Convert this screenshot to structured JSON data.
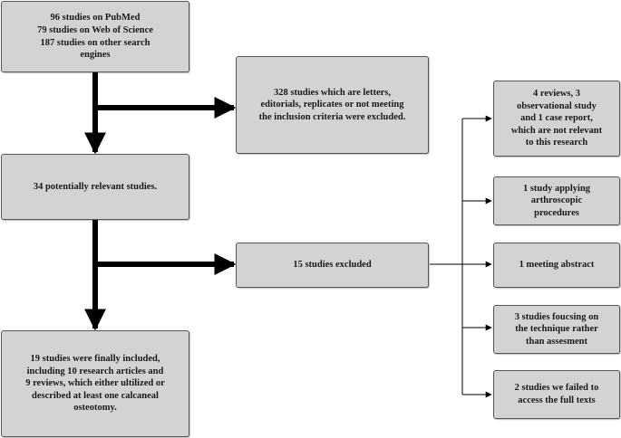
{
  "boxes": {
    "sources": "96 studies on PubMed\n79 studies on Web of Science\n187 studies on other search\nengines",
    "excluded_letters": "328 studies which are letters,\neditorials,  replicates or not meeting\nthe inclusion criteria were excluded.",
    "potentially_relevant": "34 potentially relevant studies.",
    "excluded_15": "15 studies excluded",
    "final_included": "19 studies were finally included,\nincluding 10 research articles and\n9 reviews, which either ultilized or\ndescribed at least one calcaneal\nosteotomy.",
    "reason_reviews": "4 reviews,  3\nobservational study\nand 1 case report,\nwhich are not relevant\nto this research",
    "reason_arthroscopic": "1 study applying\narthroscopic\nprocedures",
    "reason_abstract": "1 meeting abstract",
    "reason_technique": "3 studies foucsing on\nthe technique rather\nthan assesment",
    "reason_fulltext": "2 studies we failed to\naccess the full texts"
  },
  "colors": {
    "box_fill": "#d3d3d3",
    "box_border": "#555555",
    "arrow": "#000000"
  }
}
